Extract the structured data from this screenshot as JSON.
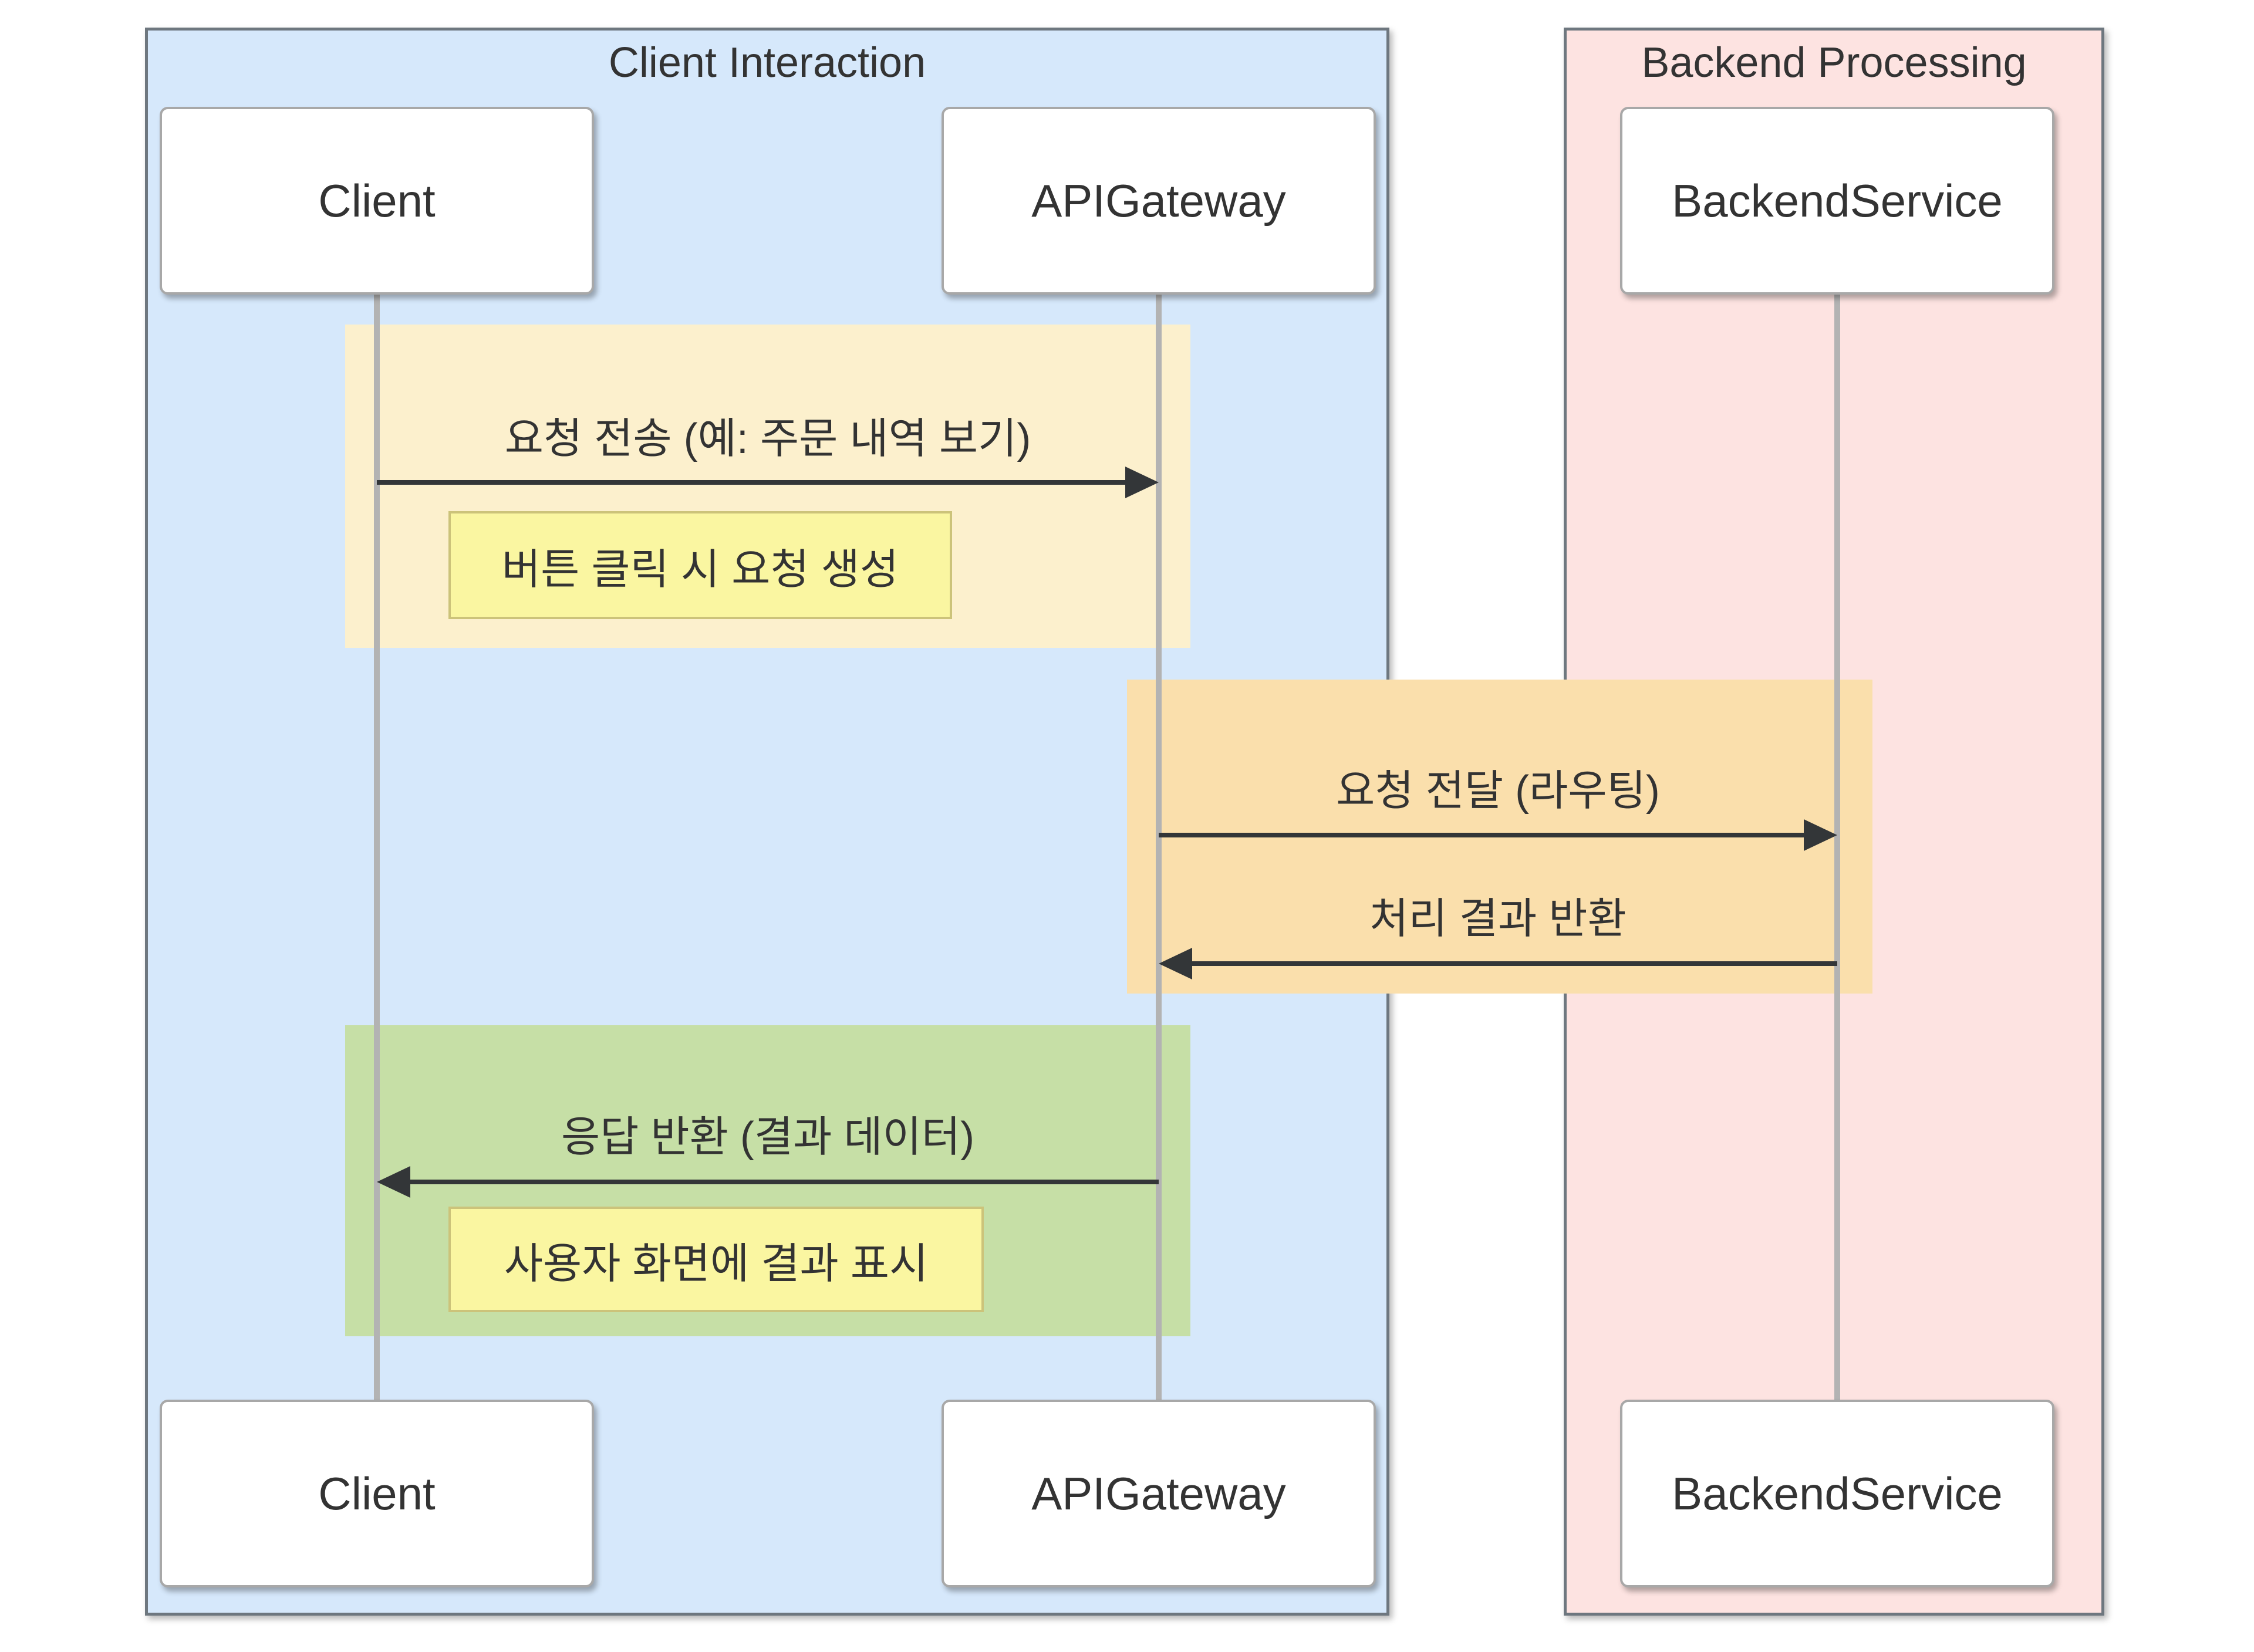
{
  "diagram": {
    "type": "sequence-diagram",
    "groups": [
      {
        "title": "Client Interaction",
        "fill": "#d6e8fb"
      },
      {
        "title": "Backend Processing",
        "fill": "#fde3e1"
      }
    ],
    "participants": [
      {
        "label": "Client",
        "group": "Client Interaction"
      },
      {
        "label": "APIGateway",
        "group": "Client Interaction"
      },
      {
        "label": "BackendService",
        "group": "Backend Processing"
      }
    ],
    "messages": [
      {
        "from": "Client",
        "to": "APIGateway",
        "label": "요청 전송 (예: 주문 내역 보기)",
        "direction": "right",
        "band_fill": "#fcf0cd"
      },
      {
        "from": "APIGateway",
        "to": "BackendService",
        "label": "요청 전달 (라우팅)",
        "direction": "right",
        "band_fill": "#fadfac"
      },
      {
        "from": "BackendService",
        "to": "APIGateway",
        "label": "처리 결과 반환",
        "direction": "left",
        "band_fill": "#fadfac"
      },
      {
        "from": "APIGateway",
        "to": "Client",
        "label": "응답 반환 (결과 데이터)",
        "direction": "left",
        "band_fill": "#c6dfa6"
      }
    ],
    "notes": [
      {
        "over": "Client",
        "label": "버튼 클릭 시 요청 생성",
        "fill": "#faf6a1"
      },
      {
        "over": "Client",
        "label": "사용자 화면에 결과 표시",
        "fill": "#faf6a1"
      }
    ],
    "colors": {
      "client_interaction_bg": "#d6e8fb",
      "backend_processing_bg": "#fde3e1",
      "band_yellow": "#fcf0cd",
      "band_orange": "#fadfac",
      "band_green": "#c6dfa6",
      "note_fill": "#faf6a1",
      "note_border": "#ccc37a",
      "lifeline": "#b3b3b3",
      "arrow": "#333638",
      "text": "#333333",
      "actor_fill": "#ffffff",
      "actor_border": "#a8a8a8",
      "group_border": "#6e777f"
    }
  }
}
